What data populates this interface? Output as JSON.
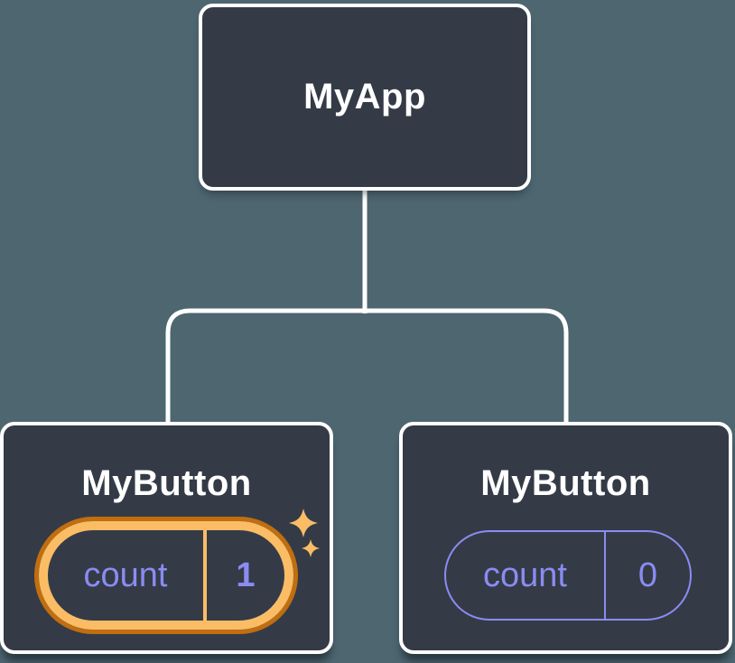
{
  "diagram": {
    "root": {
      "label": "MyApp"
    },
    "children": [
      {
        "label": "MyButton",
        "state": {
          "name": "count",
          "value": "1"
        },
        "highlighted": true,
        "icon": "sparkles-icon"
      },
      {
        "label": "MyButton",
        "state": {
          "name": "count",
          "value": "0"
        },
        "highlighted": false
      }
    ]
  },
  "colors": {
    "background": "#4d6670",
    "node_fill": "#343b47",
    "node_border": "#ffffff",
    "connector": "#ffffff",
    "state_purple": "#8a8cf2",
    "highlight_orange_light": "#fabd66",
    "highlight_orange_dark": "#c06e10",
    "title_text": "#ffffff"
  }
}
